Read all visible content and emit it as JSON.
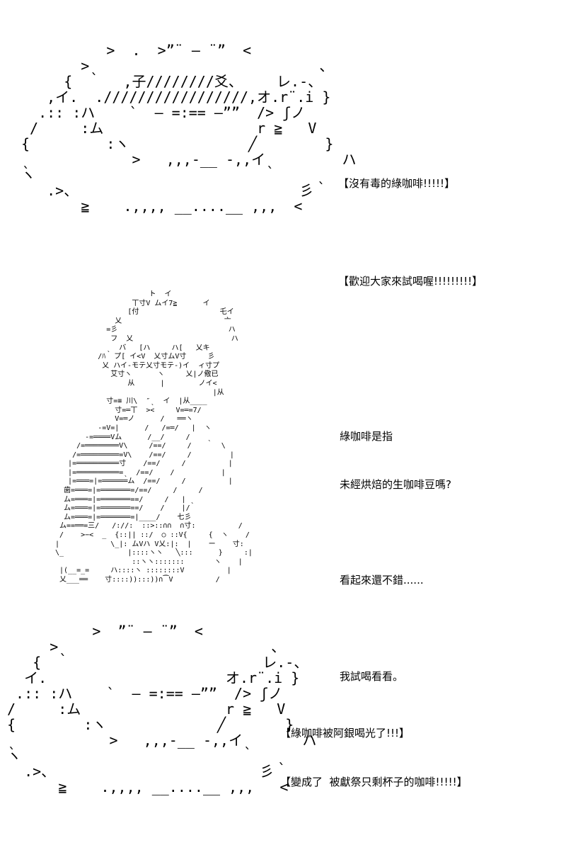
{
  "art": {
    "cup_top": "          >  .  >”¨ — ¨”  <\n       >ˎ                          、\n     {      ,子////////爻、    レ.-、\n   ,イ.  ./////////////////,オ.r¨.i }\n  .:: :ハ    `  — =:== —””  /> ʃノ\n /     :ム                  r ≧   V\n{         :ヽ              ╱        }\nˎ            >   ,,,-__ -,,イˎ        ハ\nヽ                                 ˎ\n   .>、                          彡\n       ≧    .,,,, __....__ ,,,  <",
    "man_figure": "                      ト  イ\n                  丅寸V ムイ7≧      イ\n                 [付                   乇イ\n              乂                        亠\n            =彡                          ハ\n             フ  乂                       ハ\n            ˎ  バ   [ハ     ハ[   乂キ\n          /ﾊ  プ[ イ<V  乂寸ムV寸     彡\n           乂 ハイ-モテ乂寸モテ-)イ  ィ寸プ\n             艾寸ヽ      ヽ     乂|ノ儆已\n                 从      |        ノイ<\n                                     |从\n            寸=≡ 川\\  ″ˎ  イ  |从____\n              寸=═丅  ><     V=═=7/\n              V=═ノ      /   ══ヽ\n          -=V=|      /   /=═/   |  ヽ\n       -=════Vム      /__/     /    ˎ\n     /=════════V\\     /==/     /       \\\n    /=═════════=V\\    /==/     /         |\n   |=══════════寸    /==/     /          |\n   |=══════════=ˎ  /==/    /           |\n   |=═══=|=══════ム  /==/     /          |\n  歯=═══=|=═══════=/==/     /     /\n  ム=═══=|=═══════==/     /   | ˎ\n  ム=═══=|=═══════==/    /    |/\n  ム=═══=|=═══════=|____/    七彡\n ム==══=三/   /://:  ::>::∩∩  ∩寸:          /\n /    >−<  _  {::|| ::/  ○ ::V{     {  ヽ    /\n|            \\_|: ムVハ V乂:|:  |    ー    寸:\n\\_               |::::ヽヽ   ╲:::      }     :|\n                  ::ヽヽ:::::::       ヽ    |\n |(__=_=     ハ::::ヽ ::::::::V          |\n 乂___══    寸::::)):::))∩⁀V          /",
    "cup_bottom": "          >  ”¨ — ¨”  <\n     >ˎ                        、\n   {                          レ.-、\n  イ.                     オ.r¨.i }\n .:: :ハ    `  — =:== —””  /> ʃノ\n/     :ム                 r ≧   V\n{        :ヽ             ╱       }\nˎ           >   ,,,-__ -,,イˎ      ハ\nヽ                              ˎ\n  .>、                        彡\n      ≧    .,,,, __....__ ,,,   <"
  },
  "dialogue": {
    "top": [
      "【沒有毒的綠咖啡!!!!!】",
      "【歡迎大家來試喝喔!!!!!!!!!】"
    ],
    "middle": [
      "綠咖啡是指",
      "未經烘焙的生咖啡豆嗎?",
      "看起來還不錯......",
      "我試喝看看。"
    ],
    "bottom": [
      "【綠咖啡被阿銀喝光了!!!】",
      "【變成了  被獻祭只剩杯子的咖啡!!!!!】"
    ]
  }
}
